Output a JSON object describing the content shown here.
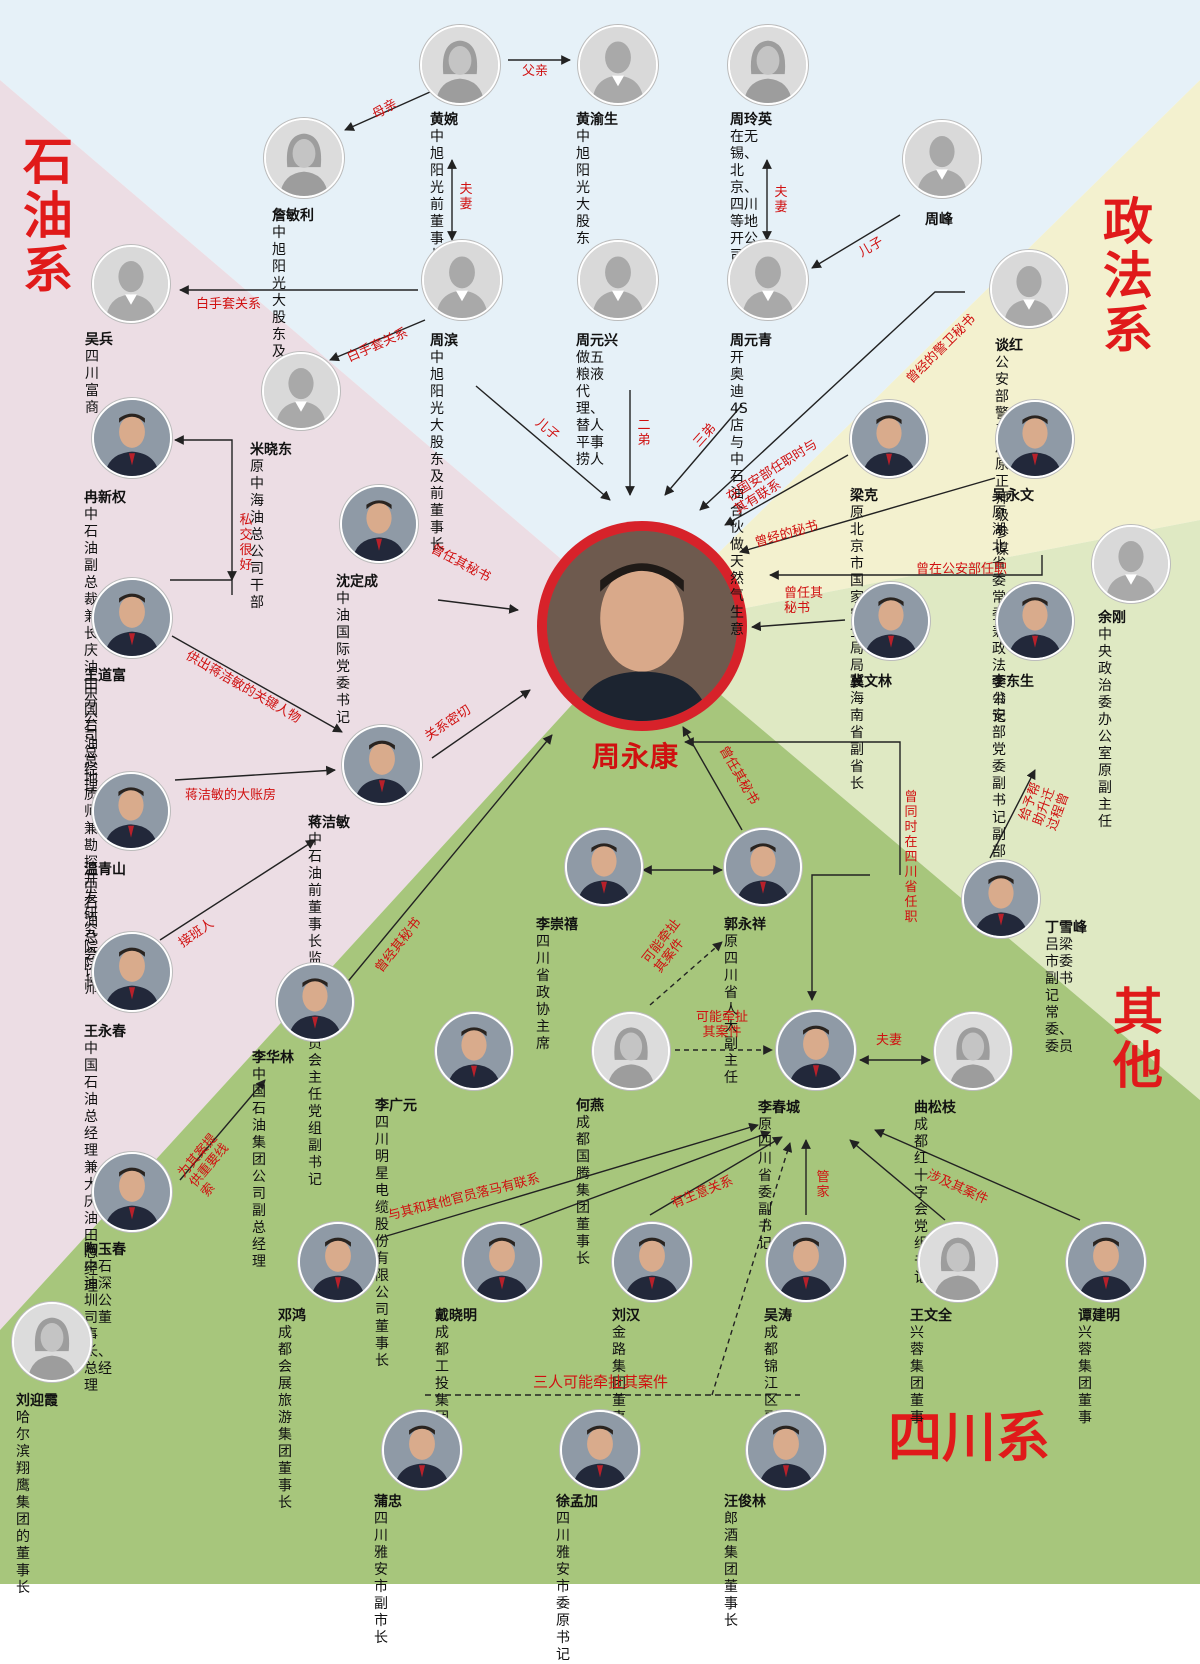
{
  "colors": {
    "petroleum": "#ecdde4",
    "politics_law": "#f3f1cf",
    "other": "#dfe9c3",
    "sichuan": "#a7c67c",
    "family": "#e6f1f8",
    "accent": "#e01a1a"
  },
  "factions": {
    "petroleum": "石油系",
    "politics_law": "政法系",
    "other": "其他",
    "sichuan": "四川系"
  },
  "center": {
    "name": "周永康"
  },
  "people": {
    "huang_wan": {
      "name": "黄婉",
      "desc": "中旭阳光前董\n事长"
    },
    "huang_yusheng": {
      "name": "黄渝生",
      "desc": "中旭阳光大股东"
    },
    "zhou_lingying": {
      "name": "周玲英",
      "desc": "在无锡、北京、四川\n等地开公司"
    },
    "zhan_minli": {
      "name": "詹敏利",
      "desc": "中旭阳光大股东\n及前监事"
    },
    "zhou_feng": {
      "name": "周峰",
      "desc": ""
    },
    "wu_bing": {
      "name": "吴兵",
      "desc": "四川富商"
    },
    "zhou_bin": {
      "name": "周滨",
      "desc": "中旭阳光大股\n东及前董事长"
    },
    "zhou_yuanxing": {
      "name": "周元兴",
      "desc": "做五粮液代理、\n替人平事捞人"
    },
    "zhou_yuanqing": {
      "name": "周元青",
      "desc": "开奥迪4S店与中\n石油合伙做天然\n气生意"
    },
    "tan_hong": {
      "name": "谈红",
      "desc": "公安部警卫局\n原正师级参谋"
    },
    "mi_xiaodong": {
      "name": "米晓东",
      "desc": "原中海油总公司干部"
    },
    "ran_xinquan": {
      "name": "冉新权",
      "desc": "中石油副总裁兼长庆\n油田分公司总经理"
    },
    "liang_ke": {
      "name": "梁克",
      "desc": "原北京市国家安全\n局局长"
    },
    "wu_yongwen": {
      "name": "吴永文",
      "desc": "原湖北省委常委兼\n政法委书记"
    },
    "shen_dingcheng": {
      "name": "沈定成",
      "desc": "中油国际党委书记"
    },
    "yu_gang": {
      "name": "余刚",
      "desc": "中央政治委\n办公室原副\n主任"
    },
    "wang_daofu": {
      "name": "王道富",
      "desc": "中国石油总地质\n师兼勘探开发研\n究院院长"
    },
    "ji_wenlin": {
      "name": "冀文林",
      "desc": "海南省副省长"
    },
    "li_dongsheng": {
      "name": "李东生",
      "desc": "公安部党委副书记\n副部长"
    },
    "jiang_jiemin": {
      "name": "蒋洁敏",
      "desc": "中石油前董事长\n监督管理委员会主任\n党组副书记"
    },
    "wen_qingshan": {
      "name": "温青山",
      "desc": "中石油总会计师"
    },
    "li_chongxi": {
      "name": "李崇禧",
      "desc": "四川省政协主席"
    },
    "guo_yongxiang": {
      "name": "郭永祥",
      "desc": "原四川省人大副主任"
    },
    "ding_xuefeng": {
      "name": "丁雪峰",
      "desc": "吕梁市委副书记\n常委、委员"
    },
    "wang_yongchun": {
      "name": "王永春",
      "desc": "中国石油总经理\n兼大庆油田总经理"
    },
    "li_hualin": {
      "name": "李华林",
      "desc": "中国石油集团公\n司副总经理"
    },
    "li_guangyuan": {
      "name": "李广元",
      "desc": "四川明星电缆股份有限公司\n董事长"
    },
    "he_yan": {
      "name": "何燕",
      "desc": "成都国腾集团董事长"
    },
    "li_chuncheng": {
      "name": "李春城",
      "desc": "原四川省委副书记"
    },
    "qu_songzhi": {
      "name": "曲松枝",
      "desc": "成都红十字会党组书记"
    },
    "tao_yuchun": {
      "name": "陶玉春",
      "desc": "中石油深圳公司董\n事长、总经理"
    },
    "deng_hong": {
      "name": "邓鸿",
      "desc": "成都会展旅游集团\n董事长"
    },
    "dai_xiaoming": {
      "name": "戴晓明",
      "desc": "成都工投集团董事长"
    },
    "liu_han": {
      "name": "刘汉",
      "desc": "金路集团董事长"
    },
    "wu_tao": {
      "name": "吴涛",
      "desc": "成都锦江区副区长"
    },
    "wang_wenquan": {
      "name": "王文全",
      "desc": "兴蓉集团董事"
    },
    "tan_jianming": {
      "name": "谭建明",
      "desc": "兴蓉集团董事"
    },
    "liu_yingxia": {
      "name": "刘迎霞",
      "desc": "哈尔滨翔鹰集团\n的董事长"
    },
    "pu_zhong": {
      "name": "蒲忠",
      "desc": "四川雅安市副市长"
    },
    "xu_mengjia": {
      "name": "徐孟加",
      "desc": "四川雅安市委原书记"
    },
    "wang_junlin": {
      "name": "汪俊林",
      "desc": "郎酒集团董事长"
    }
  },
  "relations": {
    "father": "父亲",
    "mother": "母亲",
    "couple_huang_zhou": "夫妻",
    "couple_zhou_lingying": "夫妻",
    "son_zhou_feng": "儿子",
    "white_glove_wu": "白手套关系",
    "white_glove_mi": "白手套关系",
    "son_zhou_bin": "儿子",
    "second_brother": "二弟",
    "third_brother": "三弟",
    "former_guard_secretary": "曾经的警卫秘书",
    "security_ministry": "在国安部任职时与其有联系",
    "former_secretary_wu": "曾经的秘书",
    "public_security": "曾在公安部任职",
    "secretary_ji": "曾任其秘书",
    "secretary_shen": "曾任其秘书",
    "close_friends": "私交很好",
    "key_person": "供出蒋洁敏的关键人物",
    "close_relation": "关系密切",
    "accountant": "蒋洁敏的大账房",
    "successor": "接班人",
    "secretary_li_hualin": "曾经其秘书",
    "clues": "为其案提供重要线索",
    "secretary_guo": "曾任其秘书",
    "sichuan_together": "曾同时在四川省任职",
    "promotion": "给予帮助升迁过程曾",
    "may_involve_guo": "可能牵扯其案件",
    "may_involve_li": "可能牵扯其案件",
    "spouse": "夫妻",
    "other_officials": "与其和其他官员落马有联系",
    "business": "有生意关系",
    "butler": "管家",
    "involved_case": "涉及其案件",
    "three_people": "三人可能牵扯其案件"
  }
}
